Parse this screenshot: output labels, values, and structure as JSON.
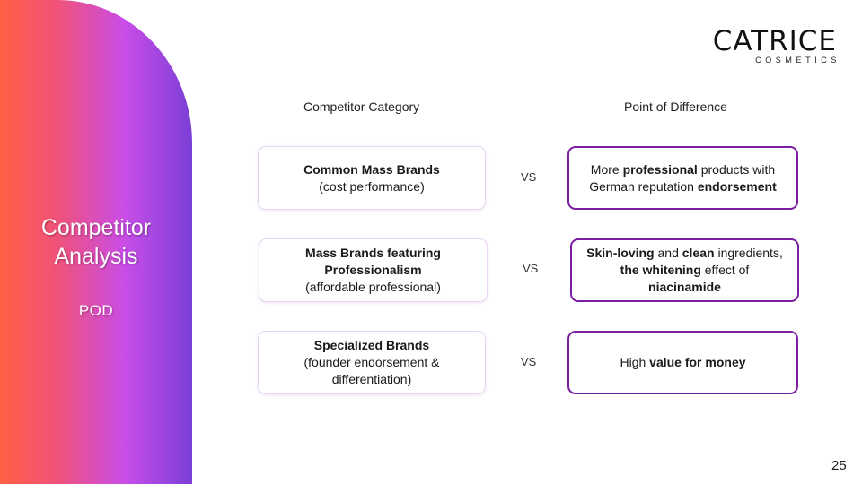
{
  "sidebar": {
    "title": "Competitor\nAnalysis",
    "subtitle": "POD"
  },
  "logo": {
    "main": "CATRICE",
    "sub": "COSMETICS"
  },
  "headers": {
    "left": "Competitor Category",
    "right": "Point of Difference"
  },
  "rows": [
    {
      "category_bold": "Common Mass Brands",
      "category_rest": "(cost performance)",
      "vs": "VS",
      "pod_parts": [
        {
          "t": "More ",
          "b": false
        },
        {
          "t": "professional",
          "b": true
        },
        {
          "t": " products with German reputation ",
          "b": false
        },
        {
          "t": "endorsement",
          "b": true
        }
      ]
    },
    {
      "category_bold": "Mass Brands featuring Professionalism",
      "category_rest": "(affordable professional)",
      "vs": "VS",
      "pod_parts": [
        {
          "t": "Skin-loving",
          "b": true
        },
        {
          "t": " and ",
          "b": false
        },
        {
          "t": "clean",
          "b": true
        },
        {
          "t": " ingredients, ",
          "b": false
        },
        {
          "t": "the whitening",
          "b": true
        },
        {
          "t": " effect of ",
          "b": false
        },
        {
          "t": "niacinamide",
          "b": true
        }
      ]
    },
    {
      "category_bold": "Specialized Brands",
      "category_rest": "(founder endorsement & differentiation)",
      "vs": "VS",
      "pod_parts": [
        {
          "t": "High ",
          "b": false
        },
        {
          "t": "value for money",
          "b": true
        }
      ]
    }
  ],
  "page_number": "25"
}
